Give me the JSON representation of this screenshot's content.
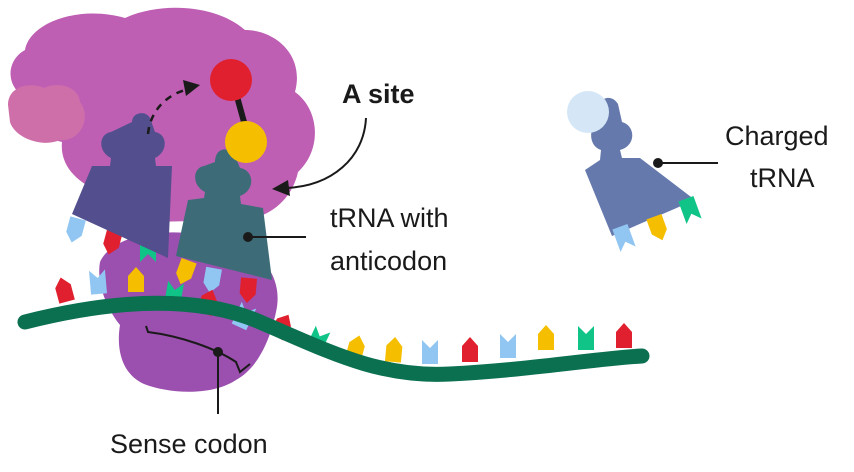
{
  "labels": {
    "a_site": "A site",
    "trna_anticodon_line1": "tRNA with",
    "trna_anticodon_line2": "anticodon",
    "charged_line1": "Charged",
    "charged_line2": "tRNA",
    "sense_codon": "Sense codon"
  },
  "colors": {
    "ribosome_large": "#bf5fb4",
    "ribosome_large_shade": "#cf6faa",
    "ribosome_small": "#9b4fae",
    "mrna_strand": "#0a7050",
    "trna_p_site": "#534f8e",
    "trna_a_site": "#3d6c78",
    "trna_charged": "#6579ad",
    "amino_acid_red": "#e0202e",
    "amino_acid_yellow": "#f5bf00",
    "amino_acid_pale": "#d5e7f7",
    "base_red": "#e0202e",
    "base_yellow": "#f5bf00",
    "base_green": "#10c488",
    "base_blue": "#91c6f2",
    "text": "#1a1a1a"
  }
}
